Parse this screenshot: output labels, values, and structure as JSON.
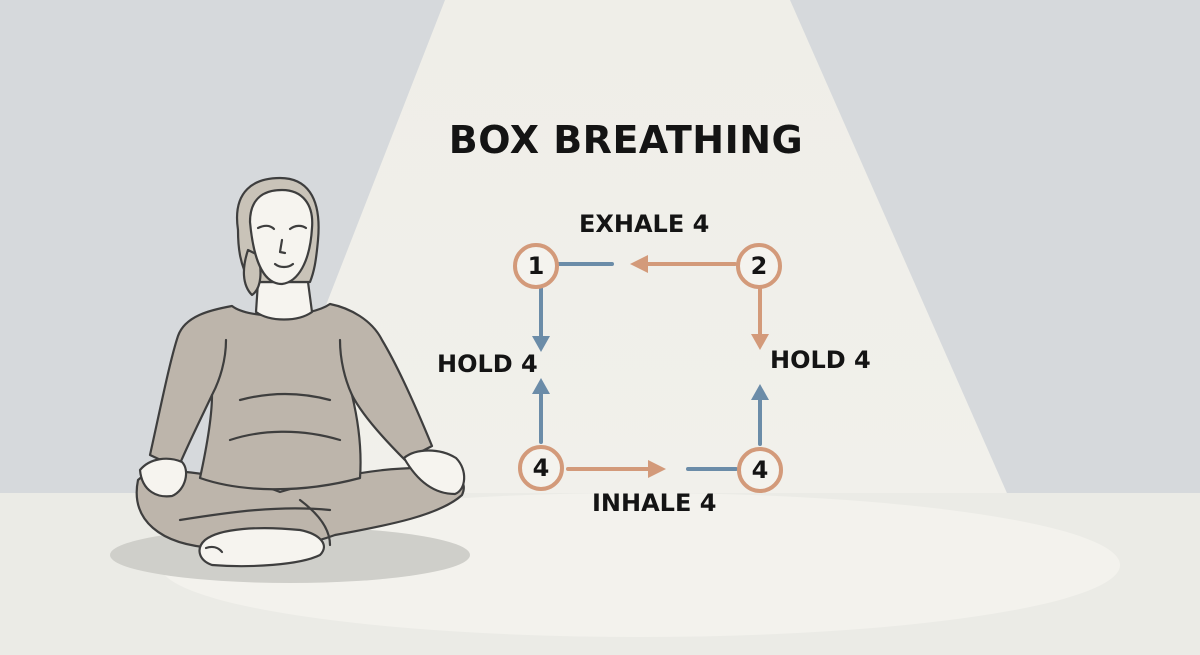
{
  "diagram": {
    "title": "BOX BREATHING",
    "labels": {
      "top": "EXHALE 4",
      "left": "HOLD 4",
      "right": "HOLD 4",
      "bottom": "INHALE 4"
    },
    "nodes": {
      "top_left": "1",
      "top_right": "2",
      "bottom_left": "4",
      "bottom_right": "4"
    },
    "colors": {
      "exhale_arrow": "#d39a7a",
      "inhale_arrow": "#d39a7a",
      "hold_arrow_left": "#6b8ca8",
      "hold_arrow_right": "#d39a7a",
      "blue_segment": "#6b8ca8",
      "node_ring": "#d39a7a",
      "background": "#d6d9dc",
      "spotlight": "#efeee9"
    },
    "illustration": "person-meditating-cross-legged"
  }
}
